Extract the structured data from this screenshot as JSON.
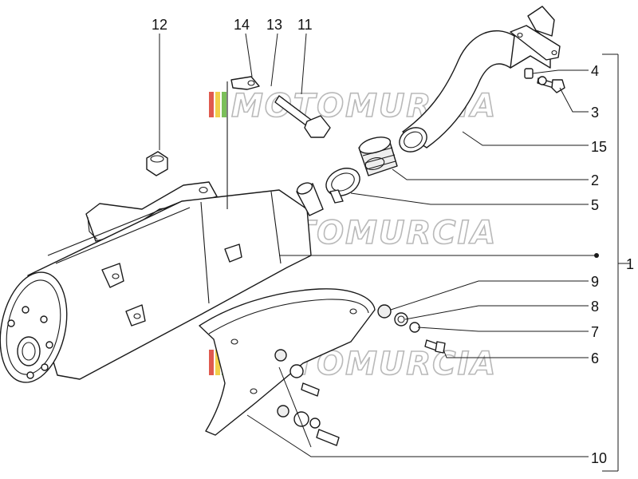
{
  "watermark": {
    "text": "MOTOMURCIA"
  },
  "colors": {
    "line": "#1a1a1a",
    "watermark_outline": "#b9b9b9",
    "stripe_red": "#e05a4e",
    "stripe_yellow": "#f2d04a",
    "stripe_green": "#7bbf5a"
  },
  "callouts": {
    "c12": "12",
    "c14": "14",
    "c13": "13",
    "c11": "11",
    "c4": "4",
    "c3": "3",
    "c15": "15",
    "c2": "2",
    "c5": "5",
    "c1": "1",
    "c9": "9",
    "c8": "8",
    "c7": "7",
    "c6": "6",
    "c10": "10"
  }
}
